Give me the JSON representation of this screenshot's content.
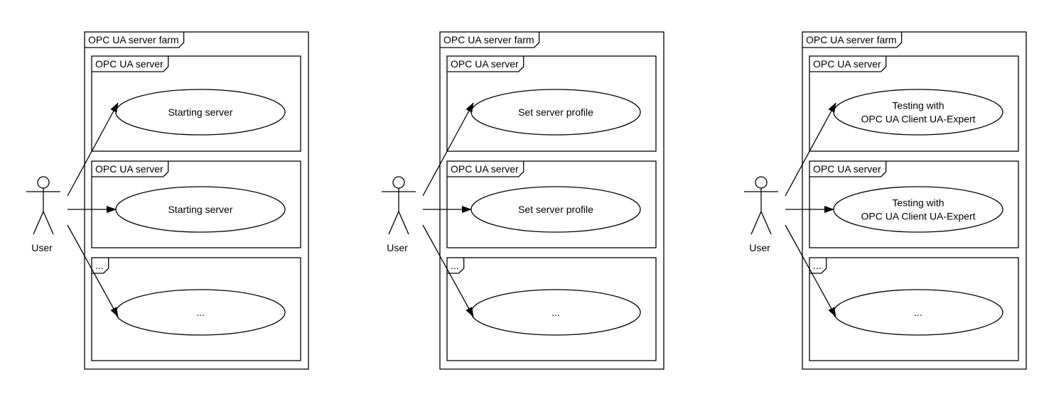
{
  "colors": {
    "stroke": "#000000",
    "background": "#ffffff",
    "fill": "#ffffff"
  },
  "diagrams": [
    {
      "farm_label": "OPC UA server farm",
      "actor_label": "User",
      "servers": [
        {
          "label": "OPC UA server",
          "usecase": [
            "Starting server"
          ]
        },
        {
          "label": "OPC UA server",
          "usecase": [
            "Starting server"
          ]
        },
        {
          "label": "...",
          "usecase": [
            "..."
          ]
        }
      ]
    },
    {
      "farm_label": "OPC UA server farm",
      "actor_label": "User",
      "servers": [
        {
          "label": "OPC UA server",
          "usecase": [
            "Set server profile"
          ]
        },
        {
          "label": "OPC UA server",
          "usecase": [
            "Set server profile"
          ]
        },
        {
          "label": "...",
          "usecase": [
            "..."
          ]
        }
      ]
    },
    {
      "farm_label": "OPC UA server farm",
      "actor_label": "User",
      "servers": [
        {
          "label": "OPC UA server",
          "usecase": [
            "Testing with",
            "OPC UA Client UA-Expert"
          ]
        },
        {
          "label": "OPC UA server",
          "usecase": [
            "Testing with",
            "OPC UA Client UA-Expert"
          ]
        },
        {
          "label": "...",
          "usecase": [
            "..."
          ]
        }
      ]
    }
  ]
}
